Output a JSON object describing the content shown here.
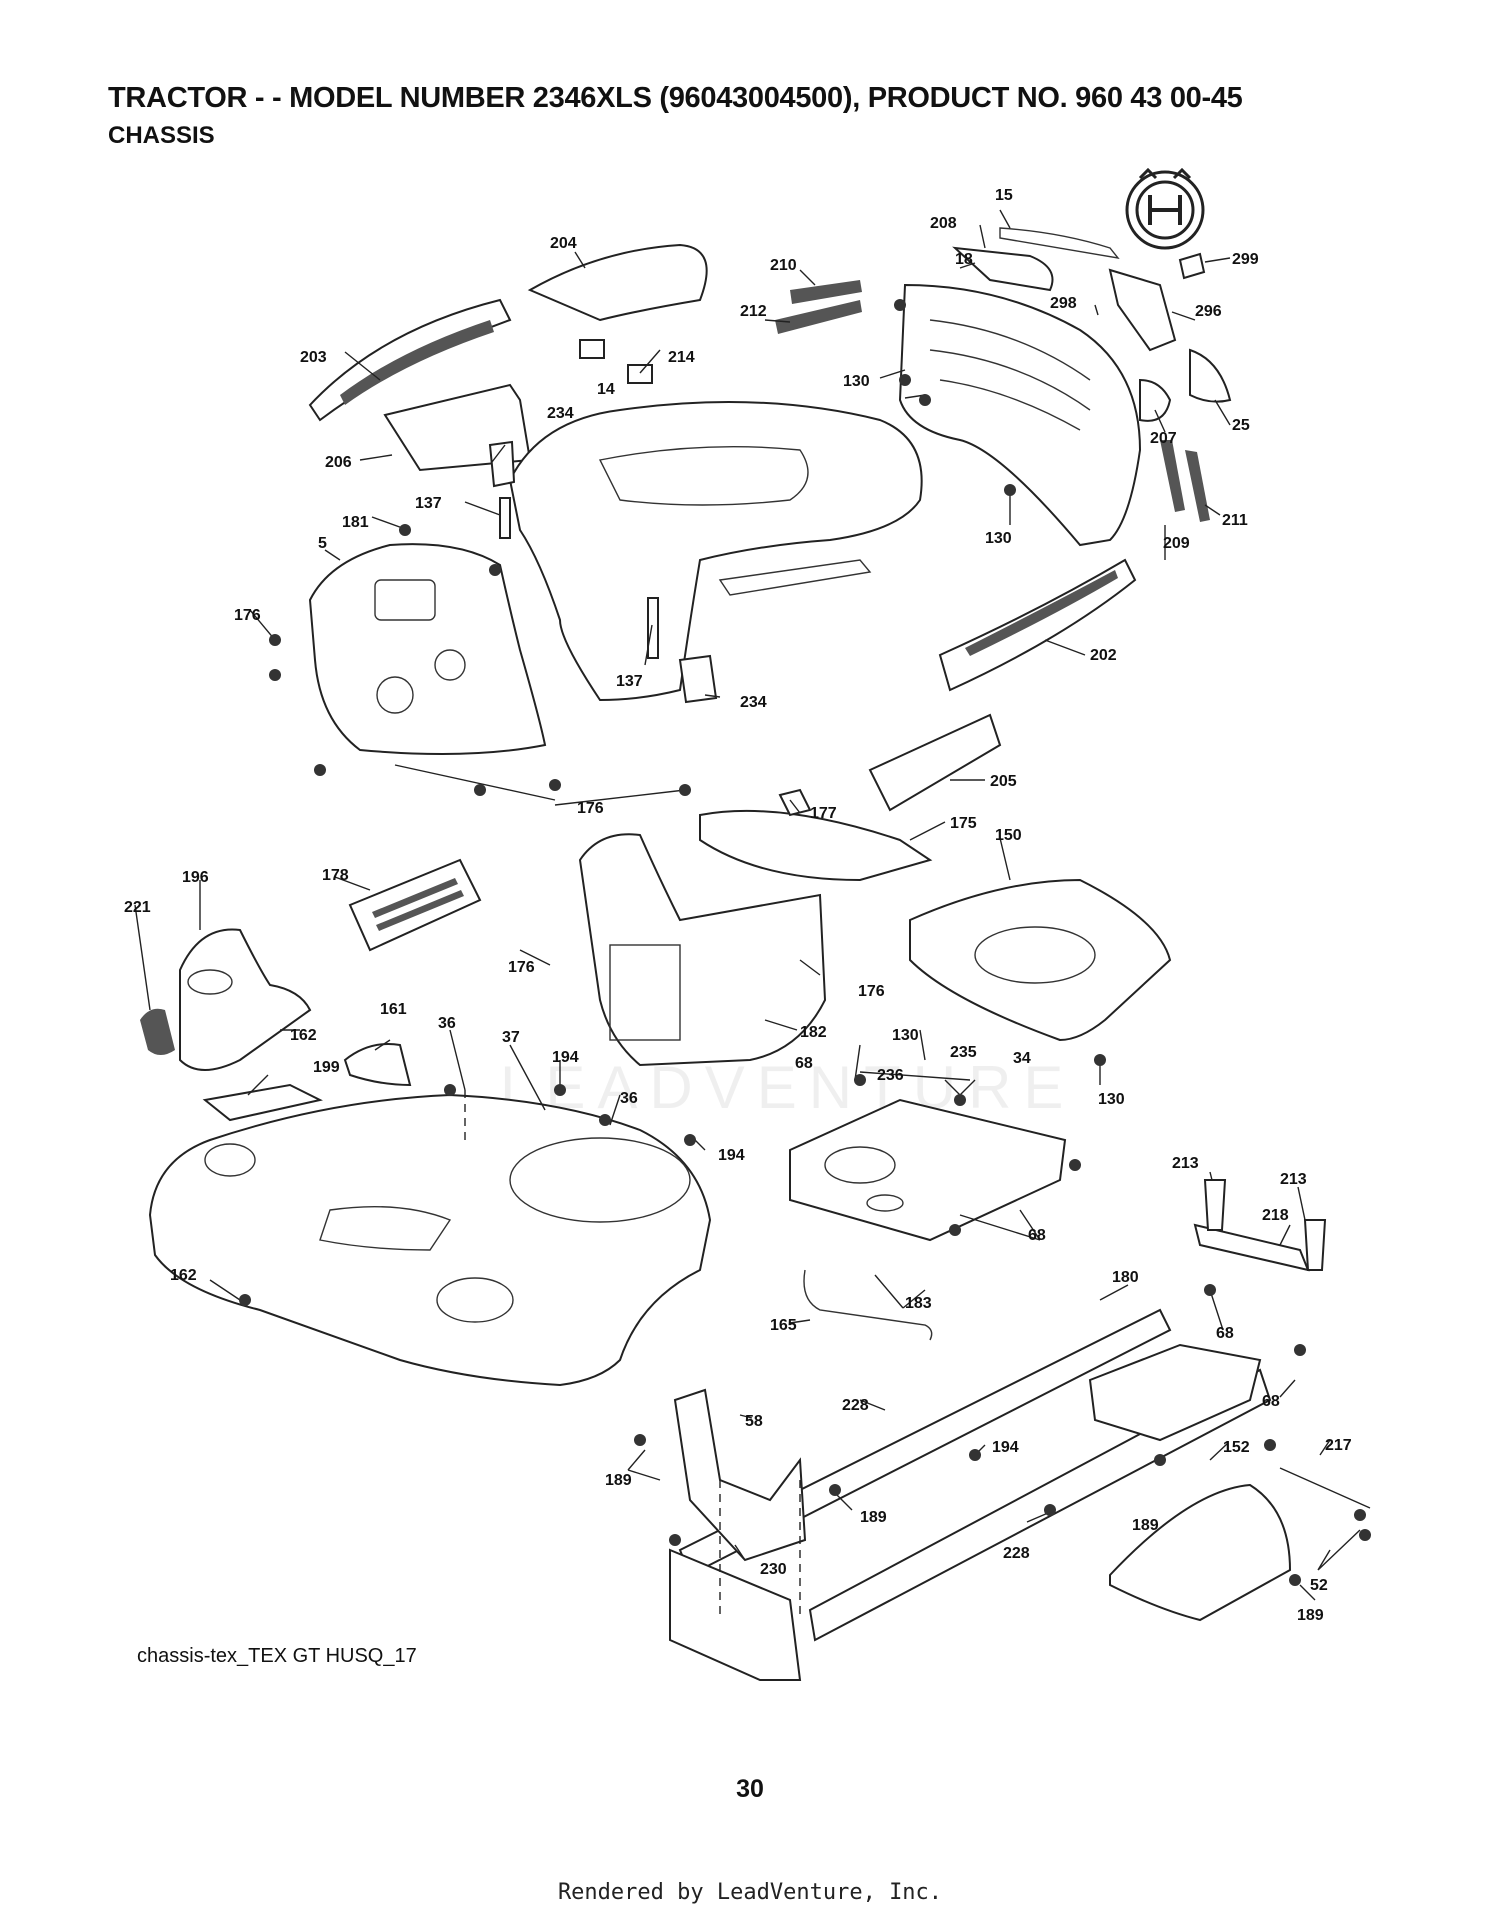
{
  "header": {
    "title": "TRACTOR - - MODEL NUMBER 2346XLS (96043004500), PRODUCT NO. 960 43 00-45",
    "subtitle": "CHASSIS"
  },
  "diagram": {
    "watermark": "LEADVENTURE",
    "callouts": [
      {
        "id": "c15",
        "label": "15"
      },
      {
        "id": "c208",
        "label": "208"
      },
      {
        "id": "c299",
        "label": "299"
      },
      {
        "id": "c204",
        "label": "204"
      },
      {
        "id": "c210",
        "label": "210"
      },
      {
        "id": "c18",
        "label": "18"
      },
      {
        "id": "c298",
        "label": "298"
      },
      {
        "id": "c296",
        "label": "296"
      },
      {
        "id": "c212",
        "label": "212"
      },
      {
        "id": "c214",
        "label": "214"
      },
      {
        "id": "c203",
        "label": "203"
      },
      {
        "id": "c130a",
        "label": "130"
      },
      {
        "id": "c14",
        "label": "14"
      },
      {
        "id": "c25",
        "label": "25"
      },
      {
        "id": "c234a",
        "label": "234"
      },
      {
        "id": "c207",
        "label": "207"
      },
      {
        "id": "c206",
        "label": "206"
      },
      {
        "id": "c137a",
        "label": "137"
      },
      {
        "id": "c181",
        "label": "181"
      },
      {
        "id": "c211",
        "label": "211"
      },
      {
        "id": "c130b",
        "label": "130"
      },
      {
        "id": "c209",
        "label": "209"
      },
      {
        "id": "c5",
        "label": "5"
      },
      {
        "id": "c176a",
        "label": "176"
      },
      {
        "id": "c202",
        "label": "202"
      },
      {
        "id": "c137b",
        "label": "137"
      },
      {
        "id": "c234b",
        "label": "234"
      },
      {
        "id": "c205",
        "label": "205"
      },
      {
        "id": "c176b",
        "label": "176"
      },
      {
        "id": "c177",
        "label": "177"
      },
      {
        "id": "c175",
        "label": "175"
      },
      {
        "id": "c150",
        "label": "150"
      },
      {
        "id": "c178",
        "label": "178"
      },
      {
        "id": "c196",
        "label": "196"
      },
      {
        "id": "c221",
        "label": "221"
      },
      {
        "id": "c176c",
        "label": "176"
      },
      {
        "id": "c176d",
        "label": "176"
      },
      {
        "id": "c162a",
        "label": "162"
      },
      {
        "id": "c161",
        "label": "161"
      },
      {
        "id": "c36a",
        "label": "36"
      },
      {
        "id": "c37",
        "label": "37"
      },
      {
        "id": "c182",
        "label": "182"
      },
      {
        "id": "c130c",
        "label": "130"
      },
      {
        "id": "c235",
        "label": "235"
      },
      {
        "id": "c194a",
        "label": "194"
      },
      {
        "id": "c68a",
        "label": "68"
      },
      {
        "id": "c236",
        "label": "236"
      },
      {
        "id": "c34",
        "label": "34"
      },
      {
        "id": "c199",
        "label": "199"
      },
      {
        "id": "c36b",
        "label": "36"
      },
      {
        "id": "c130d",
        "label": "130"
      },
      {
        "id": "c194b",
        "label": "194"
      },
      {
        "id": "c213a",
        "label": "213"
      },
      {
        "id": "c213b",
        "label": "213"
      },
      {
        "id": "c218",
        "label": "218"
      },
      {
        "id": "c68b",
        "label": "68"
      },
      {
        "id": "c162b",
        "label": "162"
      },
      {
        "id": "c180",
        "label": "180"
      },
      {
        "id": "c183",
        "label": "183"
      },
      {
        "id": "c68c",
        "label": "68"
      },
      {
        "id": "c165",
        "label": "165"
      },
      {
        "id": "c68d",
        "label": "68"
      },
      {
        "id": "c228a",
        "label": "228"
      },
      {
        "id": "c58",
        "label": "58"
      },
      {
        "id": "c194c",
        "label": "194"
      },
      {
        "id": "c217",
        "label": "217"
      },
      {
        "id": "c152",
        "label": "152"
      },
      {
        "id": "c189a",
        "label": "189"
      },
      {
        "id": "c189b",
        "label": "189"
      },
      {
        "id": "c189c",
        "label": "189"
      },
      {
        "id": "c230",
        "label": "230"
      },
      {
        "id": "c228b",
        "label": "228"
      },
      {
        "id": "c52",
        "label": "52"
      },
      {
        "id": "c189d",
        "label": "189"
      }
    ]
  },
  "caption": "chassis-tex_TEX GT HUSQ_17",
  "page_number": "30",
  "footer": "Rendered by LeadVenture, Inc."
}
